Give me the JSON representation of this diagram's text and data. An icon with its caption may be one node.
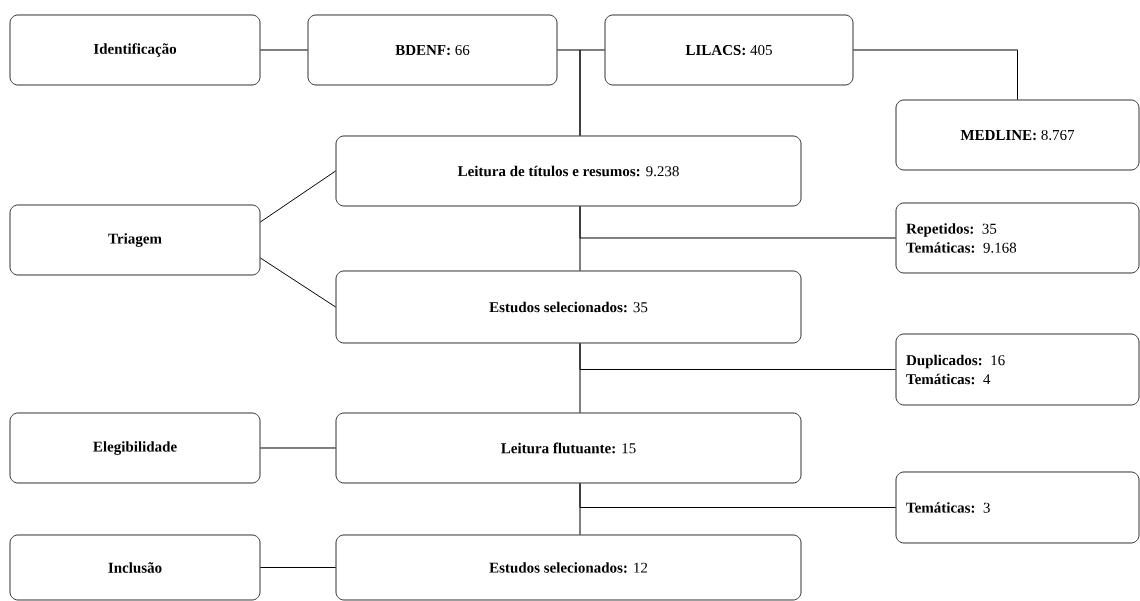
{
  "diagram": {
    "nodes": [
      {
        "text": [
          "Identificação"
        ]
      },
      {
        "text": [
          "**BDENF:** 66"
        ]
      },
      {
        "text": [
          "**LILACS:** 405"
        ]
      },
      {
        "text": [
          "**MEDLINE:**  8.767"
        ]
      },
      {
        "text": [
          "**Leitura de títulos e resumos:** 9.238"
        ]
      },
      {
        "text": [
          "Triagem"
        ]
      },
      {
        "text": [
          "**Repetidos:** 35",
          "**Temáticas:**  9.168"
        ]
      },
      {
        "text": [
          "**Estudos selecionados:** 35"
        ]
      },
      {
        "text": [
          "**Duplicados:** 16",
          "**Temáticas:** 4"
        ]
      },
      {
        "text": [
          "Elegibilidade"
        ]
      },
      {
        "text": [
          "**Leitura flutuante:** 15"
        ]
      },
      {
        "text": [
          "**Temáticas:** 3"
        ]
      },
      {
        "text": [
          "Inclusão"
        ]
      },
      {
        "text": [
          "**Estudos selecionados:** 12"
        ]
      }
    ],
    "edges": [
      {
        "from": 0,
        "to": 1,
        "arrow": "none"
      },
      {
        "from": 1,
        "to": 4,
        "arrow": "none"
      },
      {
        "from": 2,
        "to": 4,
        "arrow": "none"
      },
      {
        "from": 2,
        "to": 3,
        "arrow": "none"
      },
      {
        "from": 5,
        "to": 4,
        "arrow": "none"
      },
      {
        "from": 5,
        "to": 7,
        "arrow": "none"
      },
      {
        "from": 4,
        "to": 7,
        "arrow": "none"
      },
      {
        "from": 4,
        "to": 6,
        "arrow": "none"
      },
      {
        "from": 7,
        "to": 10,
        "arrow": "none"
      },
      {
        "from": 7,
        "to": 8,
        "arrow": "none"
      },
      {
        "from": 9,
        "to": 10,
        "arrow": "none"
      },
      {
        "from": 10,
        "to": 13,
        "arrow": "none"
      },
      {
        "from": 10,
        "to": 11,
        "arrow": "none"
      },
      {
        "from": 12,
        "to": 13,
        "arrow": "none"
      }
    ]
  }
}
